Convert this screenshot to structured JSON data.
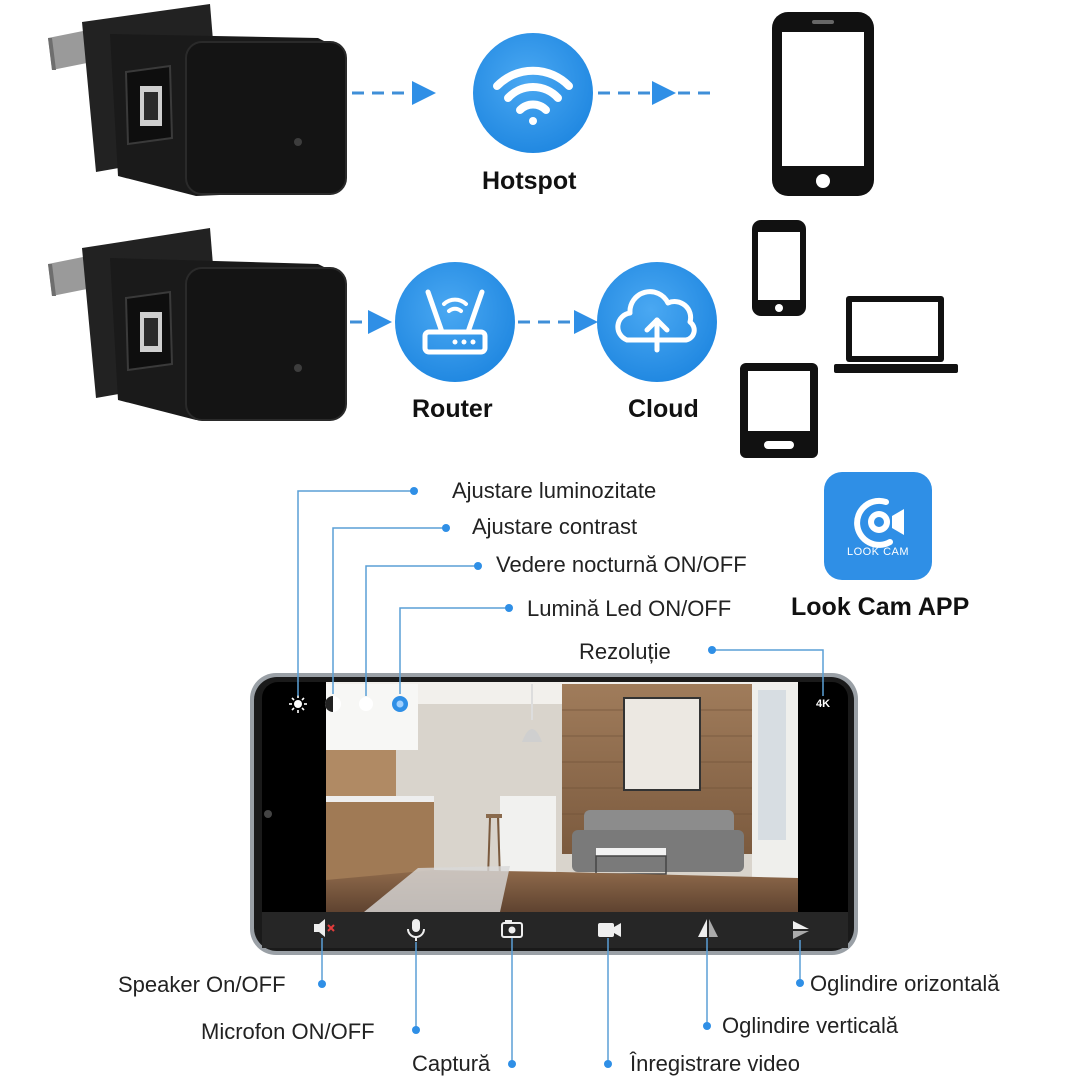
{
  "top_flow": {
    "hotspot_label": "Hotspot",
    "router_label": "Router",
    "cloud_label": "Cloud"
  },
  "app": {
    "name": "Look Cam APP",
    "icon_caption": "LOOK CAM"
  },
  "phone_screen": {
    "resolution_badge": "4K"
  },
  "callouts_top": {
    "brightness": "Ajustare luminozitate",
    "contrast": "Ajustare contrast",
    "night_vision": "Vedere nocturnă ON/OFF",
    "led_light": "Lumină Led ON/OFF",
    "resolution": "Rezoluție"
  },
  "callouts_bottom": {
    "speaker": "Speaker On/OFF",
    "microphone": "Microfon ON/OFF",
    "capture": "Captură",
    "video_record": "Înregistrare video",
    "vertical_mirror": "Oglindire verticală",
    "horizontal_mirror": "Oglindire orizontală"
  },
  "colors": {
    "accent_blue": "#2f8fe6",
    "device_black": "#151515",
    "line_blue": "#5a9fd6"
  }
}
